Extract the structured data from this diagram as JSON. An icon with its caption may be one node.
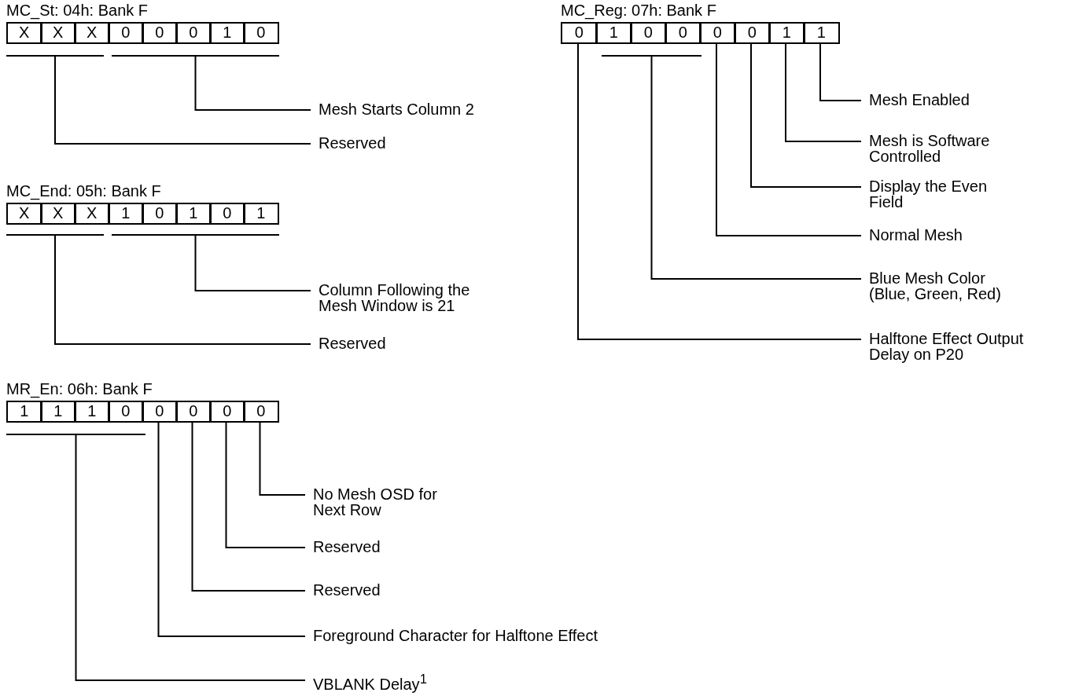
{
  "diagram": {
    "nodes": [
      {
        "text": [
          "MC_St: 04h: Bank F"
        ]
      },
      {
        "text": [
          "X"
        ],
        "in": 0
      },
      {
        "text": [
          "X"
        ],
        "in": 0
      },
      {
        "text": [
          "X"
        ],
        "in": 0
      },
      {
        "text": [
          "0"
        ],
        "in": 0
      },
      {
        "text": [
          "0"
        ],
        "in": 0
      },
      {
        "text": [
          "0"
        ],
        "in": 0
      },
      {
        "text": [
          "1"
        ],
        "in": 0
      },
      {
        "text": [
          "0"
        ],
        "in": 0
      },
      {
        "text": [],
        "shape": "bar"
      },
      {
        "text": [],
        "shape": "bar"
      },
      {
        "text": [
          "Mesh Starts Column 2"
        ]
      },
      {
        "text": [
          "Reserved"
        ]
      },
      {
        "text": [
          "MC_Reg: 07h: Bank F"
        ]
      },
      {
        "text": [
          "0"
        ],
        "in": 13
      },
      {
        "text": [
          "1"
        ],
        "in": 13
      },
      {
        "text": [
          "0"
        ],
        "in": 13
      },
      {
        "text": [
          "0"
        ],
        "in": 13
      },
      {
        "text": [
          "0"
        ],
        "in": 13
      },
      {
        "text": [
          "0"
        ],
        "in": 13
      },
      {
        "text": [
          "1"
        ],
        "in": 13
      },
      {
        "text": [
          "1"
        ],
        "in": 13
      },
      {
        "text": [],
        "shape": "bar"
      },
      {
        "text": [
          "Mesh Enabled"
        ]
      },
      {
        "text": [
          "Mesh is Software Controlled"
        ]
      },
      {
        "text": [
          "Display the Even Field"
        ]
      },
      {
        "text": [
          "Normal Mesh"
        ]
      },
      {
        "text": [
          "Blue Mesh Color (Blue, Green, Red)"
        ]
      },
      {
        "text": [
          "Halftone Effect Output Delay on P20"
        ]
      },
      {
        "text": [
          "MC_End: 05h: Bank F"
        ]
      },
      {
        "text": [
          "X"
        ],
        "in": 29
      },
      {
        "text": [
          "X"
        ],
        "in": 29
      },
      {
        "text": [
          "X"
        ],
        "in": 29
      },
      {
        "text": [
          "1"
        ],
        "in": 29
      },
      {
        "text": [
          "0"
        ],
        "in": 29
      },
      {
        "text": [
          "1"
        ],
        "in": 29
      },
      {
        "text": [
          "0"
        ],
        "in": 29
      },
      {
        "text": [
          "1"
        ],
        "in": 29
      },
      {
        "text": [],
        "shape": "bar"
      },
      {
        "text": [],
        "shape": "bar"
      },
      {
        "text": [
          "Column Following the Mesh Window is 21"
        ]
      },
      {
        "text": [
          "Reserved"
        ]
      },
      {
        "text": [
          "MR_En: 06h: Bank F"
        ]
      },
      {
        "text": [
          "1"
        ],
        "in": 42
      },
      {
        "text": [
          "1"
        ],
        "in": 42
      },
      {
        "text": [
          "1"
        ],
        "in": 42
      },
      {
        "text": [
          "0"
        ],
        "in": 42
      },
      {
        "text": [
          "0"
        ],
        "in": 42
      },
      {
        "text": [
          "0"
        ],
        "in": 42
      },
      {
        "text": [
          "0"
        ],
        "in": 42
      },
      {
        "text": [
          "0"
        ],
        "in": 42
      },
      {
        "text": [],
        "shape": "bar"
      },
      {
        "text": [
          "No Mesh OSD for Next Row"
        ]
      },
      {
        "text": [
          "Reserved"
        ]
      },
      {
        "text": [
          "Reserved"
        ]
      },
      {
        "text": [
          "Foreground Character for Halftone Effect"
        ]
      },
      {
        "text": [
          "VBLANK Delay$^{1}$"
        ]
      }
    ],
    "edges": [
      {
        "from": 10,
        "to": 11,
        "arrow": "none"
      },
      {
        "from": 9,
        "to": 12,
        "arrow": "none"
      },
      {
        "from": 21,
        "to": 23,
        "arrow": "none"
      },
      {
        "from": 20,
        "to": 24,
        "arrow": "none"
      },
      {
        "from": 19,
        "to": 25,
        "arrow": "none"
      },
      {
        "from": 18,
        "to": 26,
        "arrow": "none"
      },
      {
        "from": 22,
        "to": 27,
        "arrow": "none"
      },
      {
        "from": 14,
        "to": 28,
        "arrow": "none"
      },
      {
        "from": 39,
        "to": 40,
        "arrow": "none"
      },
      {
        "from": 38,
        "to": 41,
        "arrow": "none"
      },
      {
        "from": 50,
        "to": 52,
        "arrow": "none"
      },
      {
        "from": 49,
        "to": 53,
        "arrow": "none"
      },
      {
        "from": 48,
        "to": 54,
        "arrow": "none"
      },
      {
        "from": 47,
        "to": 55,
        "arrow": "none"
      },
      {
        "from": 51,
        "to": 56,
        "arrow": "none"
      }
    ]
  }
}
